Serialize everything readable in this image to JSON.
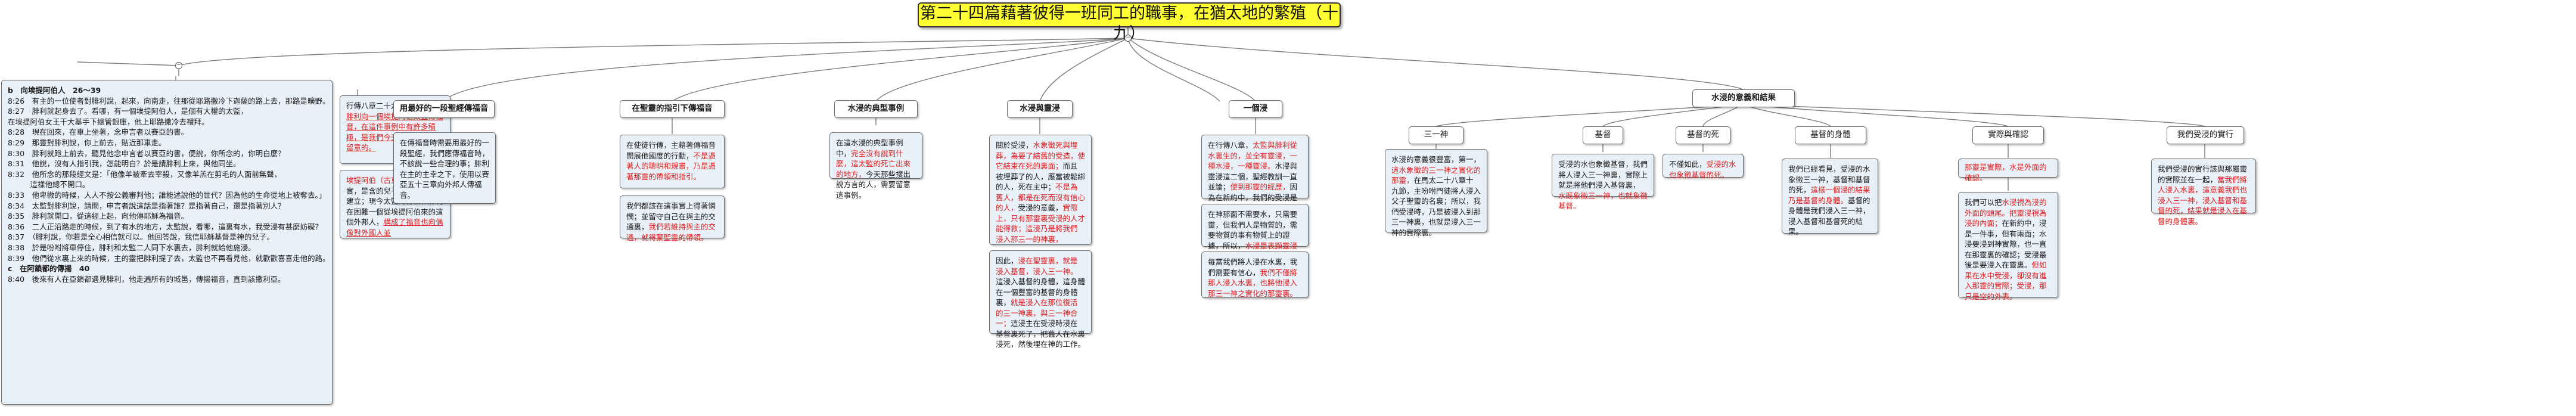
{
  "title": "第二十四篇藉著彼得一班同工的職事，在猶太地的繁殖（十九）",
  "scripture": {
    "heading1": "b　向埃提阿伯人　26～39",
    "lines1": [
      "8:26　有主的一位使者對腓利說，起來，向南走，往那從耶路撒冷下迦薩的路上去，那路是曠野。",
      "8:27　腓利就起身去了。看哪，有一個埃提阿伯人，是個有大權的太監，",
      "在埃提阿伯女王干大基手下總管銀庫，他上耶路撒冷去禮拜。",
      "8:28　現在回來，在車上坐著，念申言者以賽亞的書。",
      "8:29　那靈對腓利說，你上前去，貼近那車走。",
      "8:30　腓利就跑上前去，聽見他念申言者以賽亞的書，便說，你所念的，你明白麼？",
      "8:31　他說，沒有人指引我，怎能明白？於是請腓利上來，與他同坐。",
      "8:32　他所念的那段經文是：「他像羊被牽去宰殺，又像羊羔在剪毛的人面前無聲，",
      "　　　這樣他總不開口。",
      "8:33　他卑微的時候，人人不按公義審判他；誰能述說他的世代？因為他的生命從地上被奪去。」",
      "8:34　太監對腓利說，請問，申言者說這話是指著誰？是指著自己，還是指著別人？",
      "8:35　腓利就開口，從這經上起，向他傳耶穌為福音。",
      "8:36　二人正沿路走的時候，到了有水的地方，太監說，看哪，這裏有水，我受浸有甚麼妨礙？",
      "8:37　（腓利說，你若是全心相信就可以。他回答說，我信耶穌基督是神的兒子。",
      "8:38　於是吩咐將車停住，腓利和太監二人同下水裏去，腓利就給他施浸。",
      "8:39　他們從水裏上來的時候，主的靈把腓利提了去，太監也不再看見他，就歡歡喜喜走他的路。"
    ],
    "heading2": "c　在阿鎖都的傳揚　40",
    "lines2": [
      "8:40　後來有人在亞鎖都遇見腓利，他走遍所有的城邑，傳揚福音，直到該撒利亞。"
    ]
  },
  "intro": {
    "text_black": "行傳八章二十六至四十節",
    "text_red": "記載腓利向一個埃提阿伯太監傳福音，在這件事例中有許多積極，是我們今天傳福音時應當留意的。",
    "sub_black": "埃提阿伯",
    "sub_red1": "（古東衍亞）",
    "sub_black2": "即古實，是含的兒子古實的後裔所建立；現今太監的得救和腓利在困難一個從埃提阿伯來的這個外邦人，",
    "sub_red2": "構成了福音也向偶像對外國人並"
  },
  "nodes": {
    "n1": {
      "head": "用最好的一段聖經傳福音",
      "text": "在傳福音時需要用最好的一段聖經，我們應傳福音時，不該說一些合理的事；腓利在主的主幸之下，使用以賽亞五十三章向外邦人傳福音。"
    },
    "n2": {
      "head": "在聖靈的指引下傳福音",
      "text_a": "在使徒行傳，主藉著傳福音開展他國度的行動，",
      "text_b": "不是憑著人的聰明和規畫，乃是憑著那靈的帶領和指引。",
      "text2_a": "我們都該在這事實上得著憐憫；並留守自己在與主的交通裏，",
      "text2_b": "我們若維持與主的交通，就得蒙聖靈的帶領。"
    },
    "n3": {
      "head": "水浸的典型事例",
      "text_a": "在這水浸的典型事例中，",
      "text_b": "完全沒有說到什麼，這太監的死亡出來的地方，",
      "text_c": "今天那些搜出說方言的人，需要留意這事例。"
    },
    "n4": {
      "head": "水浸與靈浸",
      "text_a": "關於受浸，",
      "text_b": "水象徵死與埋葬，為要了結舊的受造，使它結束在死的裏面；",
      "text_c": "而且被埋葬了的人，應當被鬆綁的人，死在主中；",
      "text_d": "不是為舊人，都是在死而沒有信心的人，",
      "text_e": "受浸的意義，",
      "text_f": "實際上，只有那靈裏受浸的人才能得救；",
      "text_g": "這浸乃是將我們浸入那三一的神裏，",
      "text2_a": "因此，",
      "text2_b": "浸在聖靈裏，就是浸入基督，浸入三一神。",
      "text2_c": "這浸入基督的身體，這身體在一個豐富的基督的身體裏，",
      "text2_d": "就是浸入在那位復活的三一神裏，與三一神合一；",
      "text2_e": "這浸主在受浸時浸在基督裏死了，把舊人在水裏浸死，然後埋在神的工作。"
    },
    "n5": {
      "head": "一個浸",
      "text_a": "在行傳八章，",
      "text_b": "太監與腓利從水裏生的，並全有靈浸，一種水浸，一種靈浸。",
      "text_c": "水浸與靈浸這二個，聖經教訓一直並論；",
      "text_d": "使到那靈的經歷，",
      "text_e": "因為在新約中，我們的受浸是兩面的，",
      "text2_a": "在神那面不需要水，只需要靈，",
      "text2_b": "但我們人是物質的，需要物質的事有物質上的證據，所以，",
      "text2_c": "水浸是表顯靈浸的外在確證。",
      "text3_a": "每當我們將人浸在水裏，我們需要有信心，",
      "text3_b": "我們不僅將那人浸入水裏，也將他浸入那三一神之實化的那靈裏。"
    },
    "n6": {
      "head": "水浸的意義和結果",
      "subs": [
        {
          "head": "三一神",
          "text_a": "水浸的意義很豐富，第一，",
          "text_b": "這水象徵的三一神之實化的那靈，",
          "text_c": "在馬太二十八章十九節，主吩咐門徒將人浸入父子聖靈的名裏；所以，我們受浸時，乃是被浸入到那三一神裏，也就是浸入三一神的實際裏。"
        },
        {
          "head": "基督",
          "text_a": "受浸的水也象徵基督，我們將人浸入三一神裏，實際上就是將他們浸入基督裏，",
          "text_b": "水既象徵三一神，也就象徵基督。"
        },
        {
          "head": "基督的死",
          "text_a": "不僅如此，",
          "text_b": "受浸的水也象徵基督的死。"
        },
        {
          "head": "基督的身體",
          "text_a": "我們已經看見，受浸的水象徵三一神，基督和基督的死，",
          "text_b": "這樣一個浸的結果乃是基督的身體。",
          "text_c": "基督的身體是我們浸入三一神，浸入基督和基督死的結果。"
        },
        {
          "head": "實際與確認",
          "text_a": "那靈是實際，",
          "text_b": "水是外面的確認。"
        },
        {
          "head": "我們受浸的實行",
          "text_a": "我們受浸的實行該與那屬靈的實際並在一起，",
          "text_b": "當我們將人浸入水裏，這意義我們也浸入三一神，浸入基督和基督的死，",
          "text_c": "結果就是浸入在基督的身體裏。"
        }
      ],
      "extra": {
        "text_a": "我們可以把",
        "text_b": "水浸視為浸的外面的頭尾。",
        "text_c": "把靈浸視為浸的內面；",
        "text_d": "在新約中，浸是一件事，但有兩面；",
        "text_e": "水浸要浸到神實際，也一直在那靈裏的確認；",
        "text_f": "受浸最後是要浸入在靈裏。",
        "text_g": "但如果在水中受浸，卻沒有進入那靈的實際；",
        "text_h": "受浸，那只是空的外表。"
      }
    }
  }
}
